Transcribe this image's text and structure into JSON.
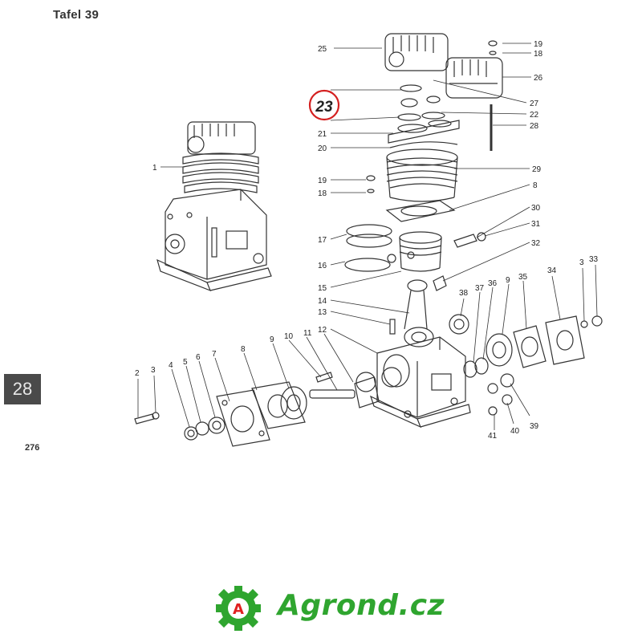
{
  "page": {
    "header": "Tafel 39",
    "tab_label": "28",
    "page_number": "276"
  },
  "diagram": {
    "highlight": {
      "label": "23",
      "color": "#d42020"
    },
    "callouts": [
      "25",
      "19",
      "18",
      "26",
      "27",
      "22",
      "28",
      "21",
      "20",
      "29",
      "19",
      "18",
      "8",
      "30",
      "31",
      "32",
      "17",
      "16",
      "15",
      "14",
      "13",
      "12",
      "1",
      "2",
      "3",
      "4",
      "5",
      "6",
      "7",
      "8",
      "9",
      "10",
      "11",
      "38",
      "37",
      "36",
      "9",
      "35",
      "34",
      "3",
      "33",
      "41",
      "40",
      "39"
    ]
  },
  "brand": {
    "logo_letter": "A",
    "name": "Agrond.cz",
    "color": "#2fa52f",
    "accent": "#e02020"
  }
}
